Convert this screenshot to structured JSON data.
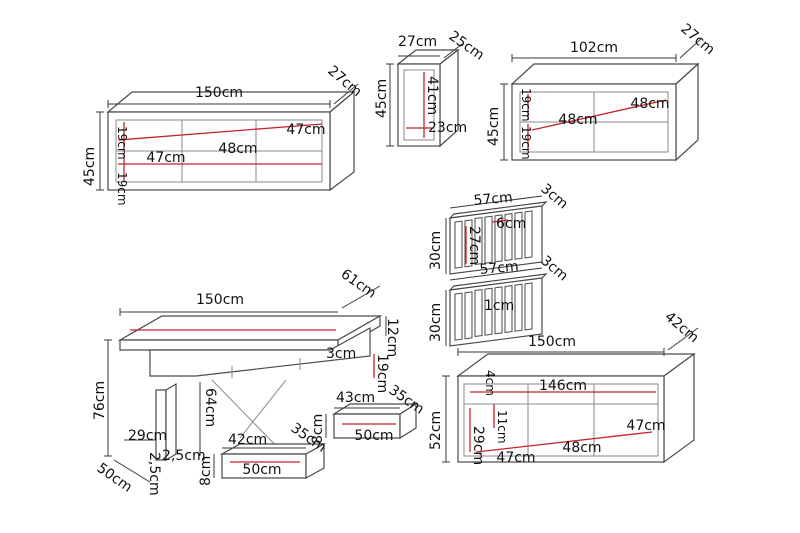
{
  "units": "cm",
  "shelf_left": {
    "width": "150cm",
    "depth": "27cm",
    "height": "45cm",
    "compartment_height_top": "19cm",
    "compartment_height_bottom": "19cm",
    "compartments": [
      "47cm",
      "48cm",
      "47cm"
    ]
  },
  "cabinet_small": {
    "width": "27cm",
    "depth": "25cm",
    "height": "45cm",
    "inner_height": "41cm",
    "inner_width": "23cm"
  },
  "shelf_right": {
    "width": "102cm",
    "depth": "27cm",
    "height": "45cm",
    "compartment_height_top": "19cm",
    "compartment_height_bottom": "19cm",
    "compartments": [
      "48cm",
      "48cm"
    ]
  },
  "panel_top": {
    "width": "57cm",
    "thickness": "3cm",
    "height": "30cm",
    "slat_width": "6cm",
    "slat_height": "27cm"
  },
  "panel_bottom": {
    "width": "57cm",
    "thickness": "3cm",
    "height": "30cm",
    "gap": "1cm"
  },
  "desk": {
    "width": "150cm",
    "depth": "61cm",
    "top_thickness": "12cm",
    "height": "76cm",
    "inner_height": "64cm",
    "drawer_front_gap": "3cm",
    "drawer_front_height": "19cm",
    "leg_depth": "29cm",
    "leg_thickness_a": "2,5cm",
    "leg_thickness_b": "2,5cm",
    "base_depth": "50cm"
  },
  "drawer_left": {
    "width": "42cm",
    "depth": "35cm",
    "height": "8cm",
    "inner_width": "50cm"
  },
  "drawer_right": {
    "width": "43cm",
    "depth": "35cm",
    "height": "8cm",
    "inner_width": "50cm"
  },
  "sideboard": {
    "width": "150cm",
    "depth": "42cm",
    "height": "52cm",
    "top_thickness": "4cm",
    "inner_width": "146cm",
    "inner_height": "29cm",
    "drawer_height": "11cm",
    "compartments": [
      "47cm",
      "48cm",
      "47cm"
    ]
  }
}
